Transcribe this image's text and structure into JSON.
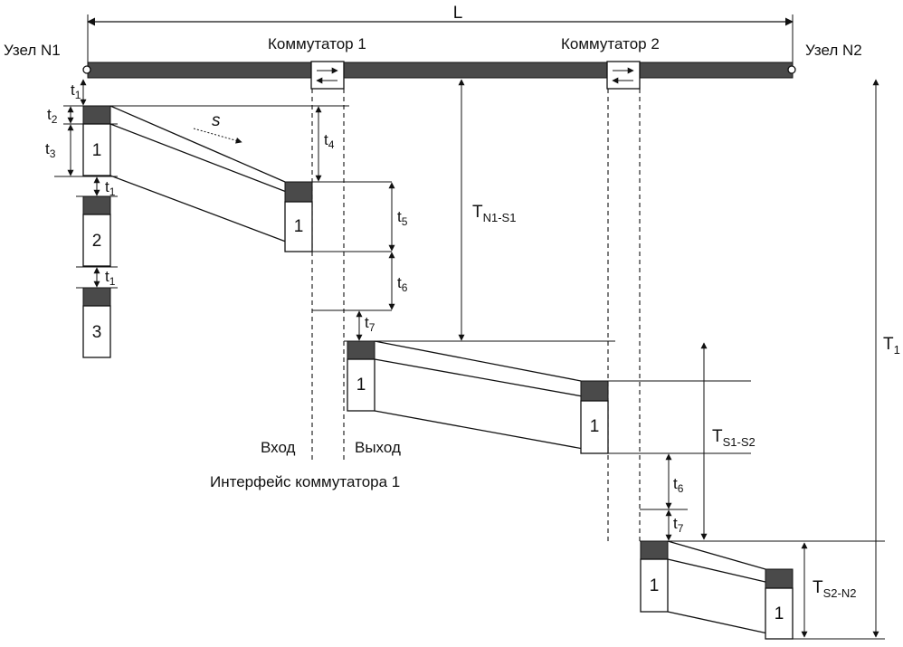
{
  "labels": {
    "length": "L",
    "node1": "Узел N1",
    "node2": "Узел N2",
    "switch1": "Коммутатор 1",
    "switch2": "Коммутатор 2",
    "input": "Вход",
    "output": "Выход",
    "interface": "Интерфейс коммутатора 1",
    "speed": "s"
  },
  "timing": {
    "t1": {
      "main": "t",
      "sub": "1"
    },
    "t2": {
      "main": "t",
      "sub": "2"
    },
    "t3": {
      "main": "t",
      "sub": "3"
    },
    "t4": {
      "main": "t",
      "sub": "4"
    },
    "t5": {
      "main": "t",
      "sub": "5"
    },
    "t6": {
      "main": "t",
      "sub": "6"
    },
    "t7": {
      "main": "t",
      "sub": "7"
    },
    "T_N1_S1": {
      "main": "T",
      "sub": "N1-S1"
    },
    "T_S1_S2": {
      "main": "T",
      "sub": "S1-S2"
    },
    "T_S2_N2": {
      "main": "T",
      "sub": "S2-N2"
    },
    "T1": {
      "main": "T",
      "sub": "1"
    }
  },
  "frames": {
    "f1": "1",
    "f2": "2",
    "f3": "3"
  }
}
